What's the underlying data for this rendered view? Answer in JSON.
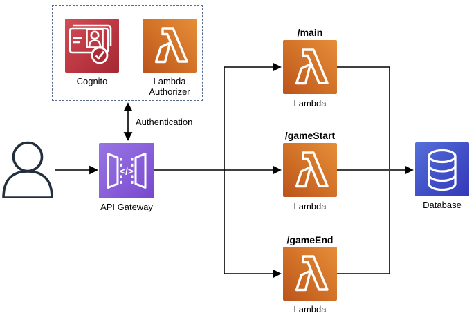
{
  "diagram": {
    "user": {
      "icon": "user-icon"
    },
    "api_gateway": {
      "label": "API Gateway",
      "icon": "api-gateway-icon"
    },
    "auth_group": {
      "cognito": {
        "label": "Cognito",
        "icon": "cognito-icon"
      },
      "lambda_authorizer": {
        "label": "Lambda Authorizer",
        "icon": "lambda-icon"
      }
    },
    "routes": [
      {
        "route": "/main",
        "label": "Lambda",
        "icon": "lambda-icon"
      },
      {
        "route": "/gameStart",
        "label": "Lambda",
        "icon": "lambda-icon"
      },
      {
        "route": "/gameEnd",
        "label": "Lambda",
        "icon": "lambda-icon"
      }
    ],
    "database": {
      "label": "Database",
      "icon": "database-icon"
    },
    "edge_labels": {
      "authentication": "Authentication"
    },
    "colors": {
      "lambda_gradient": [
        "#bb531c",
        "#e68e38"
      ],
      "cognito_gradient": [
        "#d24d56",
        "#a42832"
      ],
      "api_gateway_gradient": [
        "#9675e2",
        "#7747cd"
      ],
      "database_gradient": [
        "#5570da",
        "#3537ba"
      ],
      "user_outline": "#232F3E",
      "connector": "#000000",
      "group_border": "#5a6b8c",
      "glyph": "#ffffff"
    }
  }
}
